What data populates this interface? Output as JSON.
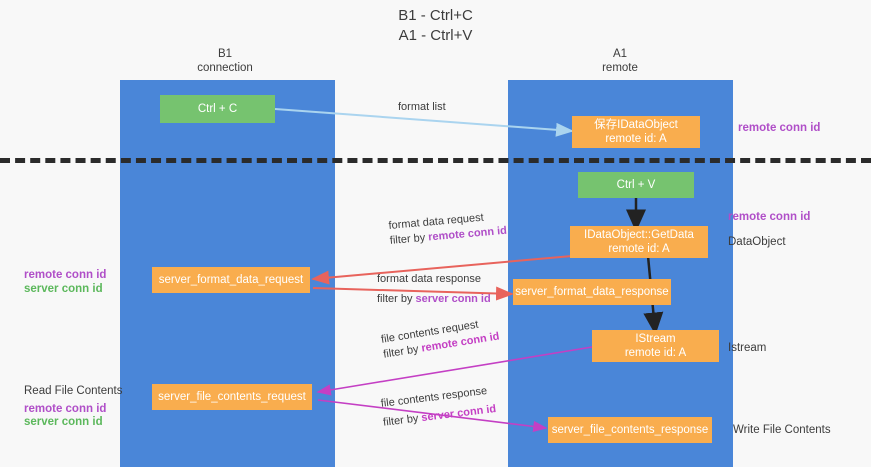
{
  "title": {
    "line1": "B1 - Ctrl+C",
    "line2": "A1 - Ctrl+V"
  },
  "lanes": [
    {
      "id": "b1",
      "name": "B1",
      "sub": "connection"
    },
    {
      "id": "a1",
      "name": "A1",
      "sub": "remote"
    }
  ],
  "boxes": {
    "ctrl_c": {
      "label": "Ctrl + C"
    },
    "save_idataobject": {
      "line1": "保存IDataObject",
      "line2": "remote id: A"
    },
    "ctrl_v": {
      "label": "Ctrl + V"
    },
    "getdata": {
      "line1": "IDataObject::GetData",
      "line2": "remote id: A"
    },
    "server_format_data_request": {
      "label": "server_format_data_request"
    },
    "server_format_data_response": {
      "label": "server_format_data_response"
    },
    "istream": {
      "line1": "IStream",
      "line2": "remote id: A"
    },
    "server_file_contents_request": {
      "label": "server_file_contents_request"
    },
    "server_file_contents_response": {
      "label": "server_file_contents_response"
    }
  },
  "edges": {
    "format_list": {
      "label": "format list"
    },
    "format_data_request": {
      "line1": "format data request",
      "prefix": "filter by ",
      "highlight": "remote conn id"
    },
    "format_data_response": {
      "line1": "format data response",
      "prefix": "filter by ",
      "highlight": "server conn id"
    },
    "file_contents_request": {
      "line1": "file contents request",
      "prefix": "filter by ",
      "highlight": "remote conn id"
    },
    "file_contents_response": {
      "line1": "file contents response",
      "prefix": "filter by ",
      "highlight": "server conn id"
    }
  },
  "annotations": {
    "right_remote_conn_id_top": "remote conn id",
    "right_remote_conn_id_mid": "remote conn id",
    "right_dataobject": "DataObject",
    "right_istream": "Istream",
    "right_write_file_contents": "Write File Contents",
    "left_remote_conn_id_mid": "remote conn id",
    "left_server_conn_id_mid": "server conn id",
    "left_read_file_contents": "Read File Contents",
    "left_remote_conn_id_bottom": "remote conn id",
    "left_server_conn_id_bottom": "server conn id"
  },
  "colors": {
    "lane": "#4a86d8",
    "green_box": "#76c36f",
    "orange_box": "#f9ad4e",
    "purple": "#b04fc8",
    "green_text": "#5cb85c",
    "magenta": "#c43fc4",
    "red_arrow": "#e8635c",
    "blue_arrow": "#aad4ef",
    "black_arrow": "#222222",
    "divider": "#2b2b2b"
  }
}
